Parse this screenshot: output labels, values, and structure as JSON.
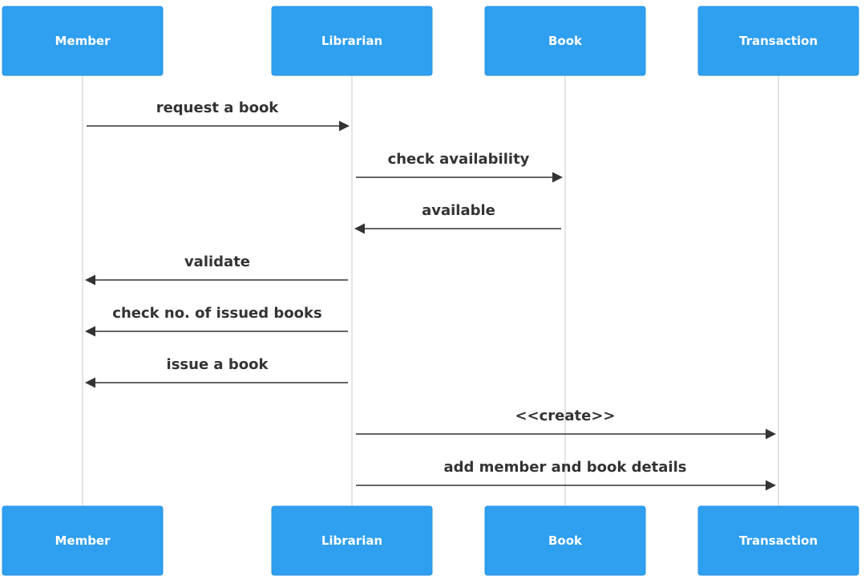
{
  "participants": [
    {
      "id": "member",
      "label": "Member"
    },
    {
      "id": "librarian",
      "label": "Librarian"
    },
    {
      "id": "book",
      "label": "Book"
    },
    {
      "id": "transaction",
      "label": "Transaction"
    }
  ],
  "messages": [
    {
      "from": "member",
      "to": "librarian",
      "label": "request a book"
    },
    {
      "from": "librarian",
      "to": "book",
      "label": "check availability"
    },
    {
      "from": "book",
      "to": "librarian",
      "label": "available"
    },
    {
      "from": "librarian",
      "to": "member",
      "label": "validate"
    },
    {
      "from": "librarian",
      "to": "member",
      "label": "check no. of issued books"
    },
    {
      "from": "librarian",
      "to": "member",
      "label": "issue a book"
    },
    {
      "from": "librarian",
      "to": "transaction",
      "label": "<<create>>"
    },
    {
      "from": "librarian",
      "to": "transaction",
      "label": "add member and book details"
    }
  ],
  "colors": {
    "actor_fill": "#2f9ff0",
    "actor_text": "#ffffff",
    "line": "#333333",
    "lifeline": "#c8c8c8"
  }
}
